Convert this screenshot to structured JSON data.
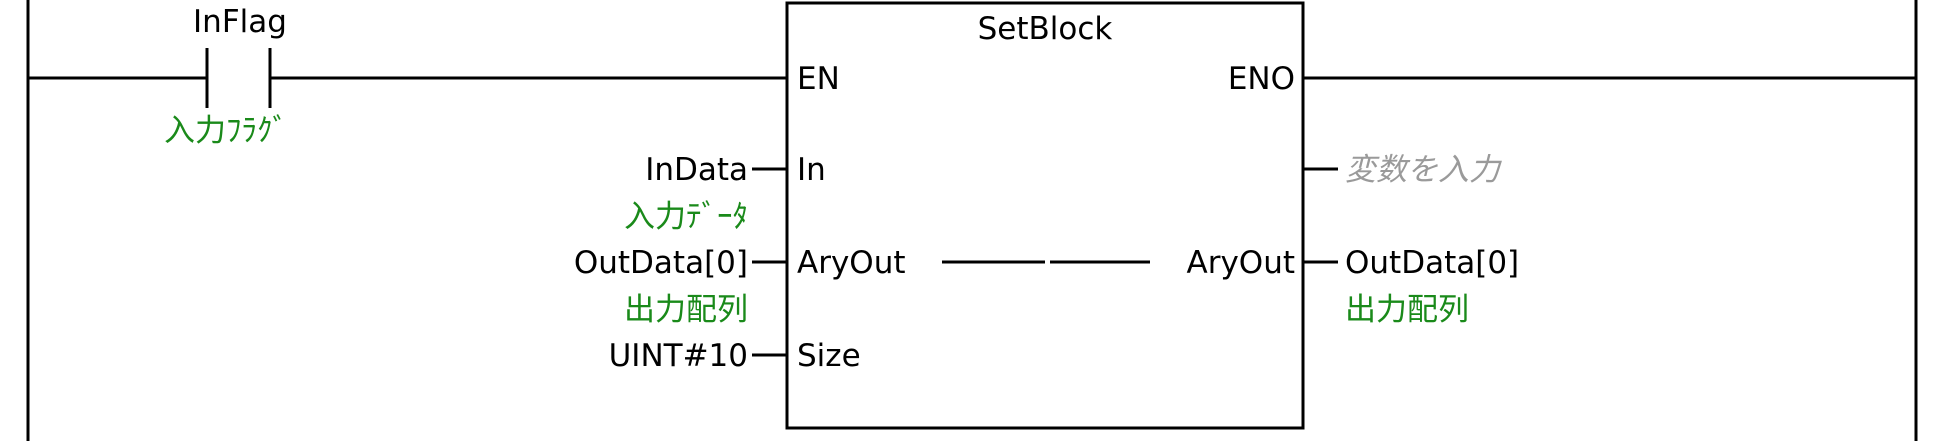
{
  "colors": {
    "line": "#000000",
    "text": "#000000",
    "comment": "#1a8a1a",
    "placeholder": "#9a9a9a",
    "background": "#ffffff"
  },
  "contact": {
    "variable": "InFlag",
    "comment": "入力ﾌﾗｸﾞ"
  },
  "block": {
    "name": "SetBlock",
    "input_pins": [
      "EN",
      "In",
      "AryOut",
      "Size"
    ],
    "output_pins": [
      "ENO",
      "AryOut"
    ]
  },
  "inputs": [
    {
      "variable": "InData",
      "comment": "入力ﾃﾞｰﾀ"
    },
    {
      "variable": "OutData[0]",
      "comment": "出力配列"
    },
    {
      "variable": "UINT#10"
    }
  ],
  "outputs": {
    "placeholder": "変数を入力",
    "aryout_variable": "OutData[0]",
    "aryout_comment": "出力配列"
  }
}
